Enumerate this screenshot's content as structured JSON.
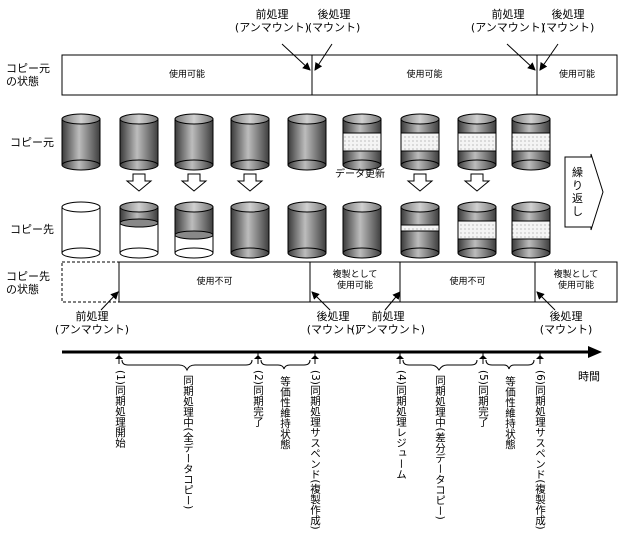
{
  "top_timing": {
    "pair1": {
      "line1": "前処理",
      "line2": "(アンマウント)",
      "line3": "後処理",
      "line4": "(マウント)"
    },
    "pair2": {
      "line1": "前処理",
      "line2": "(アンマウント)",
      "line3": "後処理",
      "line4": "(マウント)"
    }
  },
  "src_state": {
    "label_l1": "コピー元",
    "label_l2": "の状態",
    "cells": [
      "使用可能",
      "使用可能",
      "使用可能"
    ]
  },
  "src_label": "コピー元",
  "data_update_label": "データ更新",
  "repeat_label": [
    "繰",
    "り",
    "返",
    "し"
  ],
  "dst_label": "コピー先",
  "dst_state": {
    "label_l1": "コピー先",
    "label_l2": "の状態",
    "cells": [
      {
        "l1": "使用不可",
        "l2": ""
      },
      {
        "l1": "複製として",
        "l2": "使用可能"
      },
      {
        "l1": "使用不可",
        "l2": ""
      },
      {
        "l1": "複製として",
        "l2": "使用可能"
      }
    ]
  },
  "bottom_timing": [
    {
      "l1": "前処理",
      "l2": "(アンマウント)"
    },
    {
      "l1": "後処理",
      "l2": "(マウント)"
    },
    {
      "l1": "前処理",
      "l2": "(アンマウント)"
    },
    {
      "l1": "後処理",
      "l2": "(マウント)"
    }
  ],
  "time_label": "時間",
  "phases": [
    "(1)同期処理開始",
    "同期処理中(全データコピー)",
    "(2)同期完了",
    "等価性維持状態",
    "(3)同期処理サスペンド(複製作成)",
    "(4)同期処理レジューム",
    "同期処理中(差分データコピー)",
    "(5)同期完了",
    "等価性維持状態",
    "(6)同期処理サスペンド(複製作成)"
  ]
}
